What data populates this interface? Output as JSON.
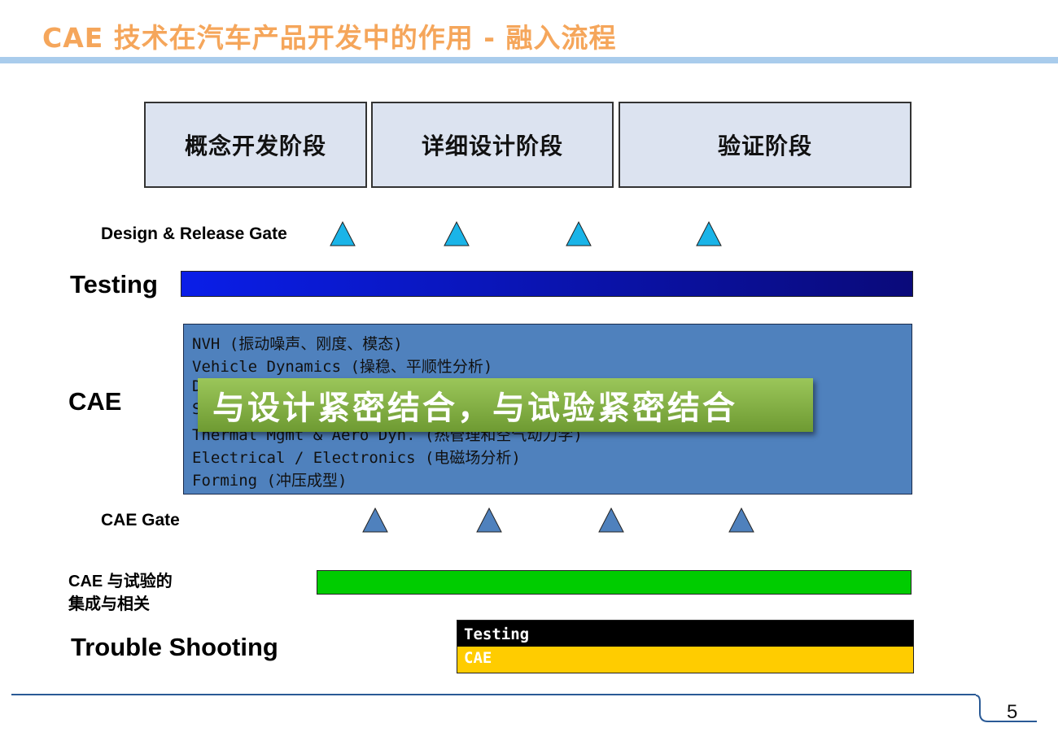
{
  "title": "CAE 技术在汽车产品开发中的作用 - 融入流程",
  "phases": [
    "概念开发阶段",
    "详细设计阶段",
    "验证阶段"
  ],
  "labels": {
    "design_gate": "Design & Release Gate",
    "testing": "Testing",
    "cae": "CAE",
    "cae_gate": "CAE Gate",
    "integration_line1": "CAE 与试验的",
    "integration_line2": "集成与相关",
    "trouble_shooting": "Trouble Shooting"
  },
  "cae_items": [
    "NVH (振动噪声、刚度、模态)",
    "Vehicle Dynamics (操稳、平顺性分析)",
    "D",
    "S",
    "Thermal Mgmt & Aero Dyn. (热管理和空气动力学)",
    "Electrical / Electronics (电磁场分析)",
    "Forming (冲压成型)"
  ],
  "overlay_text": "与设计紧密结合，与试验紧密结合",
  "trouble_shooting_box": {
    "top_label": "Testing",
    "bottom_label": "CAE"
  },
  "page_number": "5",
  "colors": {
    "title": "#f5a65b",
    "phase_fill": "#dce3f0",
    "gate_triangle": "#1ab4e8",
    "testing_bar": "#0a1ee8",
    "cae_box": "#4f81bd",
    "cae_gate_triangle": "#4f81bd",
    "overlay": "#8bb74a",
    "integration_bar": "#00cc00",
    "ts_testing": "#000000",
    "ts_cae": "#ffcc00"
  }
}
